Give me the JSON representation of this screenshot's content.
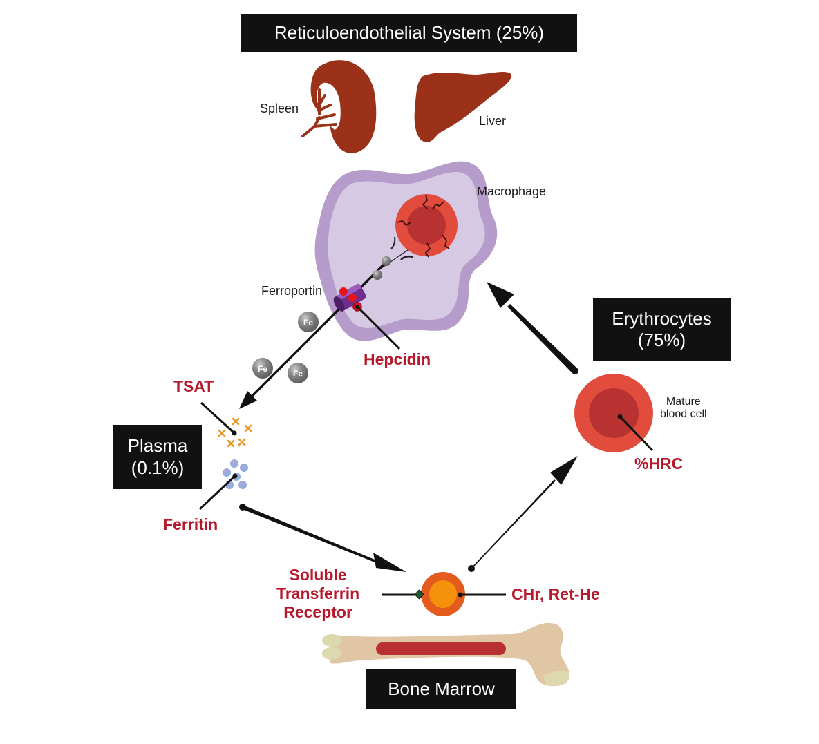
{
  "boxes": {
    "res": "Reticuloendothelial System (25%)",
    "erythrocytes_line1": "Erythrocytes",
    "erythrocytes_line2": "(75%)",
    "plasma_line1": "Plasma",
    "plasma_line2": "(0.1%)",
    "bone_marrow": "Bone Marrow"
  },
  "labels": {
    "spleen": "Spleen",
    "liver": "Liver",
    "macrophage": "Macrophage",
    "ferroportin": "Ferroportin",
    "mature_line1": "Mature",
    "mature_line2": "blood cell",
    "fe": "Fe"
  },
  "markers": {
    "hepcidin": "Hepcidin",
    "tsat": "TSAT",
    "ferritin": "Ferritin",
    "hrc": "%HRC",
    "stfr_line1": "Soluble",
    "stfr_line2": "Transferrin",
    "stfr_line3": "Receptor",
    "chr": "CHr, Ret-He"
  },
  "colors": {
    "organ": "#9b3119",
    "macrophage_outer": "#b59ccb",
    "macrophage_inner": "#d6c9e3",
    "rbc_outer": "#e14c3d",
    "rbc_inner": "#b83232",
    "marker_red": "#b5192b",
    "tsat_x": "#ec9620",
    "ferritin_dot": "#93acd9",
    "reticulocyte_outer": "#e55a1d",
    "reticulocyte_inner": "#f4920c",
    "bone": "#e1c6a6",
    "bone_end": "#dcd9ae",
    "marrow": "#b93030",
    "ferroportin": "#6d2e8e"
  }
}
